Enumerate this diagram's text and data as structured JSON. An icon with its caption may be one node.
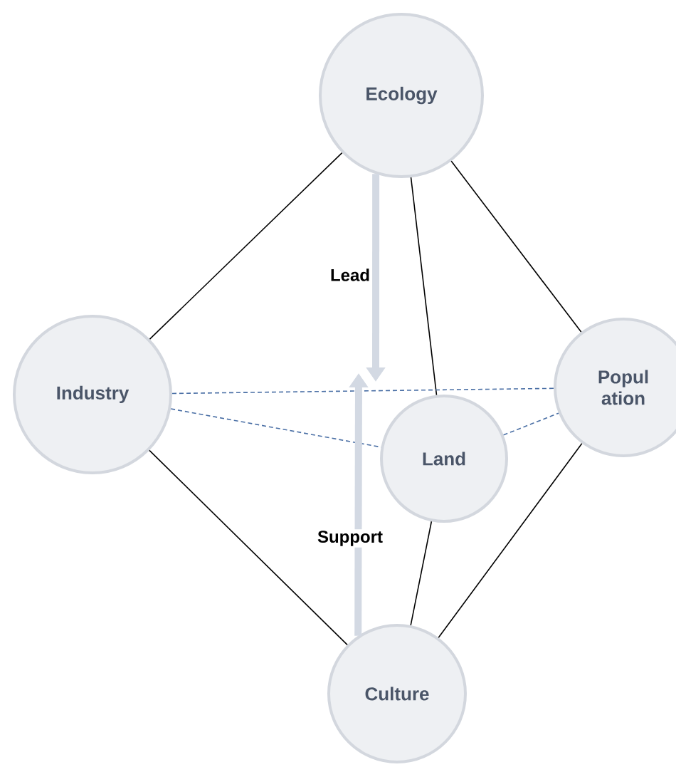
{
  "diagram": {
    "nodes": [
      {
        "text": [
          "Ecology"
        ]
      },
      {
        "text": [
          "Industry"
        ]
      },
      {
        "text": [
          "Land"
        ]
      },
      {
        "text": [
          "Popul ation"
        ]
      },
      {
        "text": [
          "Culture"
        ]
      }
    ],
    "edges": [
      {
        "from": 0,
        "to": 1,
        "arrow": "none"
      },
      {
        "from": 0,
        "to": 2,
        "arrow": "none"
      },
      {
        "from": 0,
        "to": 3,
        "arrow": "none"
      },
      {
        "from": 1,
        "to": 3,
        "arrow": "none",
        "style": "dashed",
        "color": "#4a6fa5"
      },
      {
        "from": 1,
        "to": 2,
        "arrow": "none",
        "style": "dashed",
        "color": "#4a6fa5"
      },
      {
        "from": 2,
        "to": 3,
        "arrow": "none",
        "style": "dashed",
        "color": "#4a6fa5"
      },
      {
        "from": 1,
        "to": 4,
        "arrow": "none"
      },
      {
        "from": 2,
        "to": 4,
        "arrow": "none"
      },
      {
        "from": 3,
        "to": 4,
        "arrow": "none"
      },
      {
        "from": 0,
        "to": null,
        "arrow": "to",
        "label": "Lead",
        "style": "thick",
        "color": "#d3d9e3"
      },
      {
        "from": 4,
        "to": null,
        "arrow": "to",
        "label": "Support",
        "style": "thick",
        "color": "#d3d9e3"
      }
    ]
  }
}
